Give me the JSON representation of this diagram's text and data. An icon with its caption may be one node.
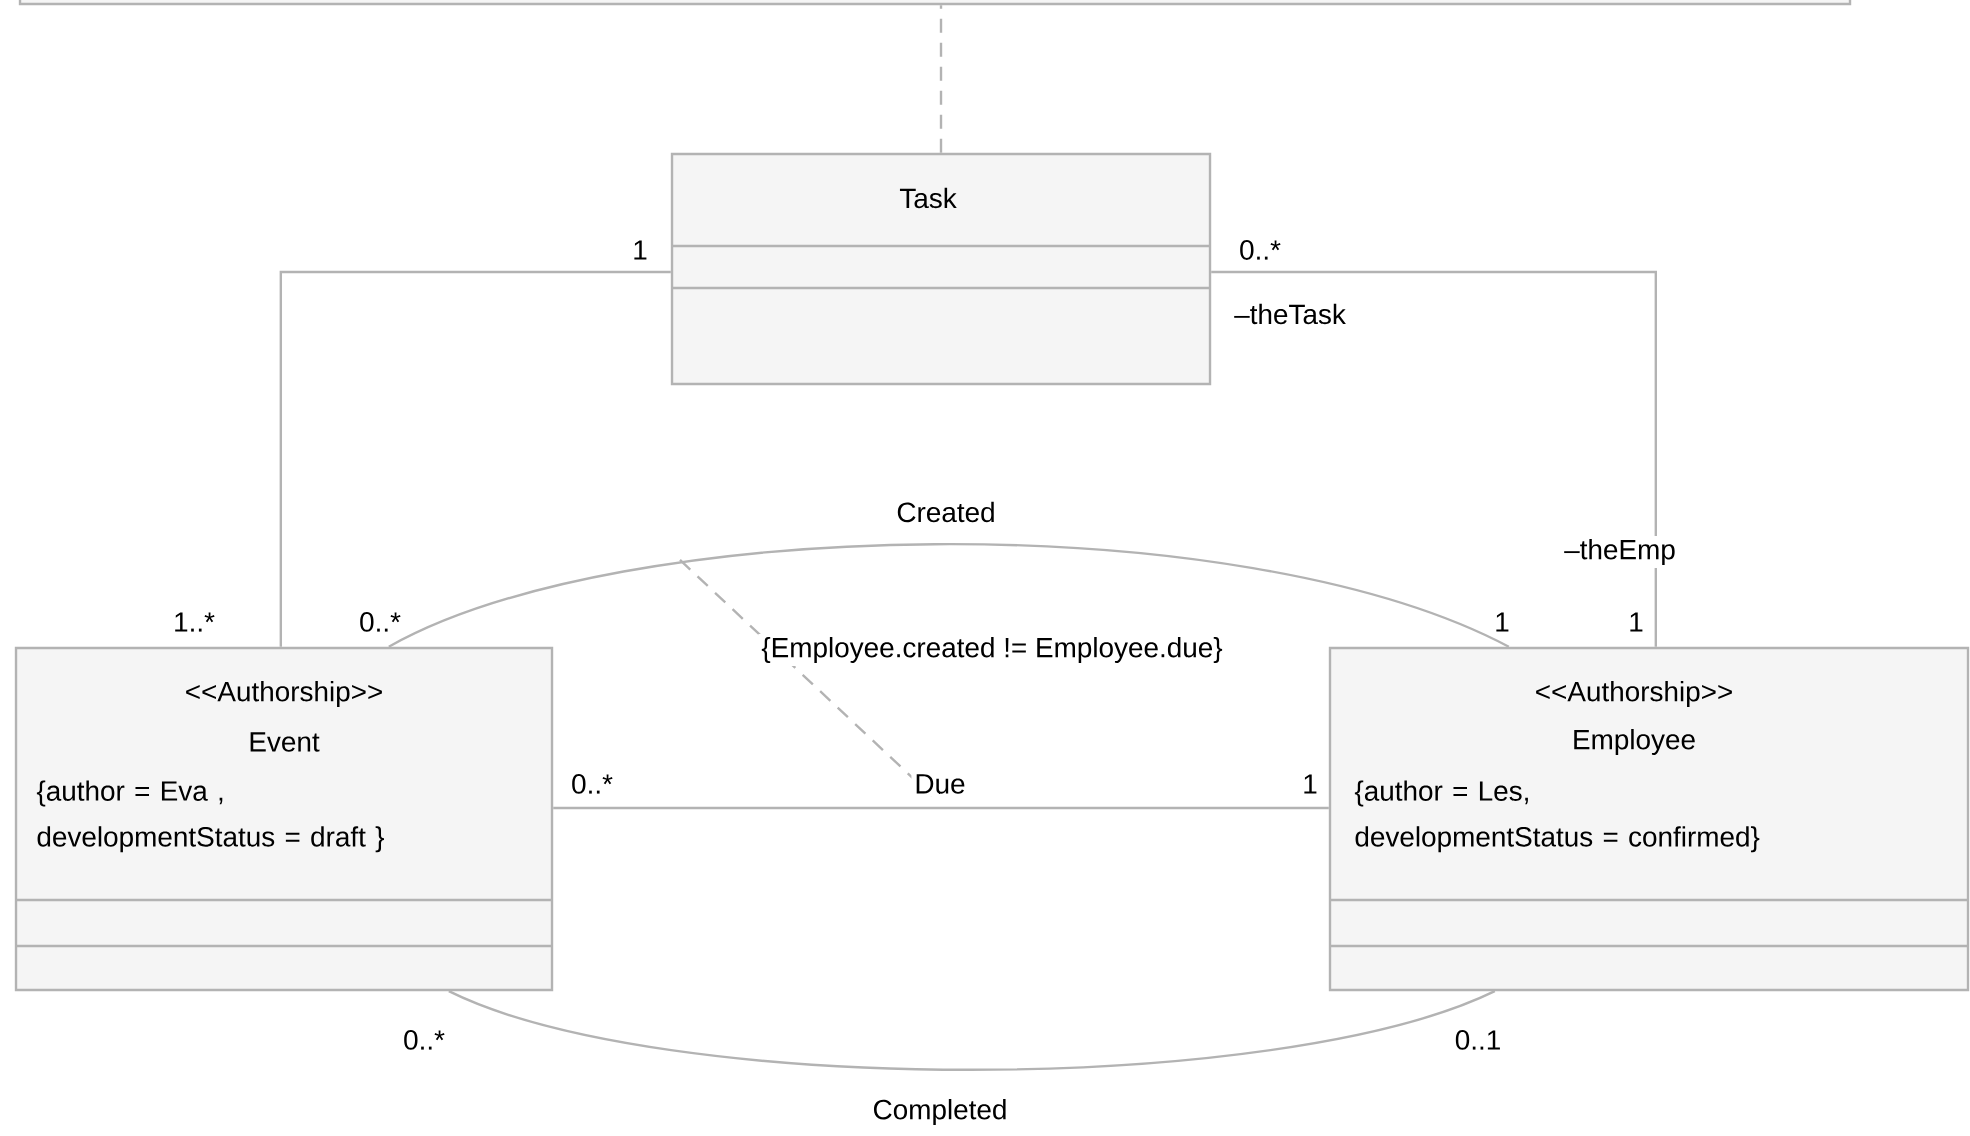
{
  "diagram": {
    "nodes": [
      {
        "text": [],
        "shape": "box"
      },
      {
        "text": [
          "Task"
        ]
      },
      {
        "text": [
          "<<Authorship>>",
          "Event",
          "{author = Eva , developmentStatus = draft }"
        ]
      },
      {
        "text": [
          "<<Authorship>>",
          "Employee",
          "{author = Les, developmentStatus = confirmed}"
        ]
      }
    ],
    "edges": [
      {
        "from": 1,
        "to": 0,
        "arrow": "none",
        "style": "dashed"
      },
      {
        "from": 1,
        "to": 2,
        "arrow": "none"
      },
      {
        "from": 1,
        "to": 3,
        "arrow": "none"
      },
      {
        "from": 2,
        "to": 3,
        "arrow": "none",
        "label": "Created"
      },
      {
        "from": 2,
        "to": 3,
        "arrow": "none",
        "label": "Due"
      },
      {
        "from": 2,
        "to": 3,
        "arrow": "none",
        "label": "Completed"
      }
    ],
    "labels": [
      "1",
      "0..*",
      "–theTask",
      "–theEmp",
      "1..*",
      "0..*",
      "1",
      "1",
      "{Employee.created != Employee.due}",
      "0..*",
      "1",
      "0..*",
      "0..1"
    ]
  }
}
